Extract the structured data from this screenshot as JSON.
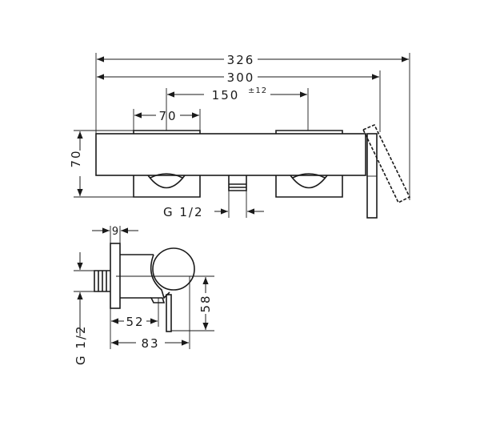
{
  "front_view": {
    "dim_overall_width": "326",
    "dim_body_width": "300",
    "dim_centers": "150",
    "dim_centers_tolerance": "±12",
    "dim_handle_width": "70",
    "dim_height": "70",
    "dim_outlet_thread": "G 1/2"
  },
  "side_view": {
    "dim_flange": "9",
    "dim_depth_lever": "52",
    "dim_depth_total": "83",
    "dim_height": "58",
    "dim_inlet_thread": "G 1/2"
  },
  "colors": {
    "line": "#1a1a1a",
    "background": "#ffffff"
  }
}
